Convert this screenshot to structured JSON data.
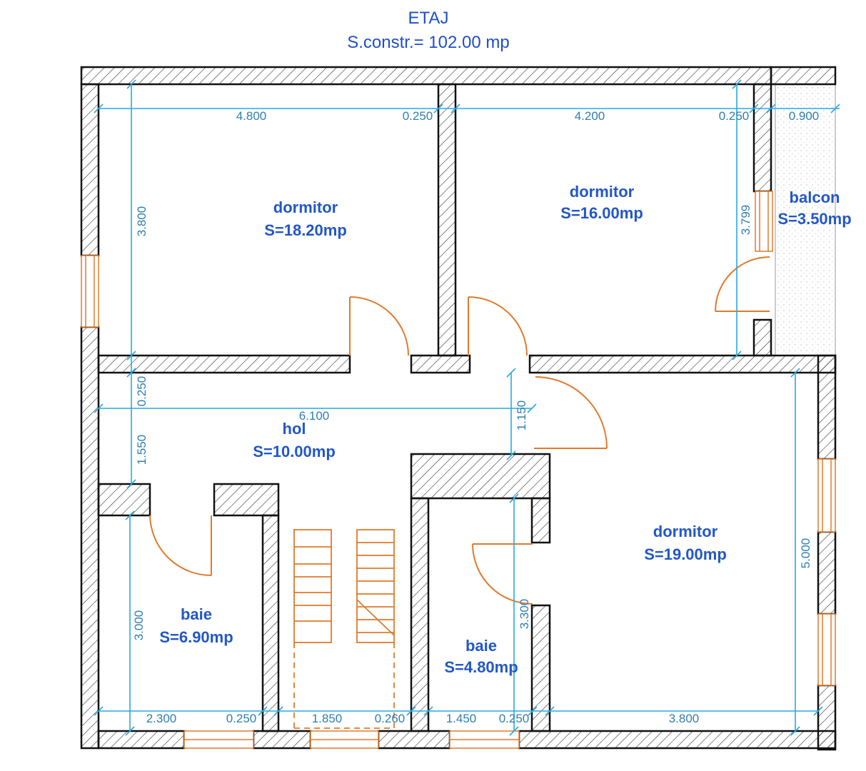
{
  "title": {
    "floor": "ETAJ",
    "area": "S.constr.= 102.00 mp"
  },
  "rooms": [
    {
      "name": "dormitor",
      "area": "S=18.20mp"
    },
    {
      "name": "dormitor",
      "area": "S=16.00mp"
    },
    {
      "name": "balcon",
      "area": "S=3.50mp"
    },
    {
      "name": "hol",
      "area": "S=10.00mp"
    },
    {
      "name": "dormitor",
      "area": "S=19.00mp"
    },
    {
      "name": "baie",
      "area": "S=6.90mp"
    },
    {
      "name": "baie",
      "area": "S=4.80mp"
    }
  ],
  "dimensions": {
    "top_row": [
      "4.800",
      "0.250",
      "4.200",
      "0.250",
      "0.900"
    ],
    "hall_width": "6.100",
    "left_col": [
      "3.800",
      "0.250",
      "1.550",
      "3.000"
    ],
    "door_gap": "1.150",
    "right_height": "3.799",
    "bedroom3_height": "5.000",
    "bath2_height": "3.300",
    "bottom_row": [
      "2.300",
      "0.250",
      "1.850",
      "0.260",
      "1.450",
      "0.250",
      "3.800"
    ]
  },
  "colors": {
    "wall": "#222222",
    "dimension": "#29a8df",
    "door": "#e07a2c",
    "text": "#2257c8"
  }
}
